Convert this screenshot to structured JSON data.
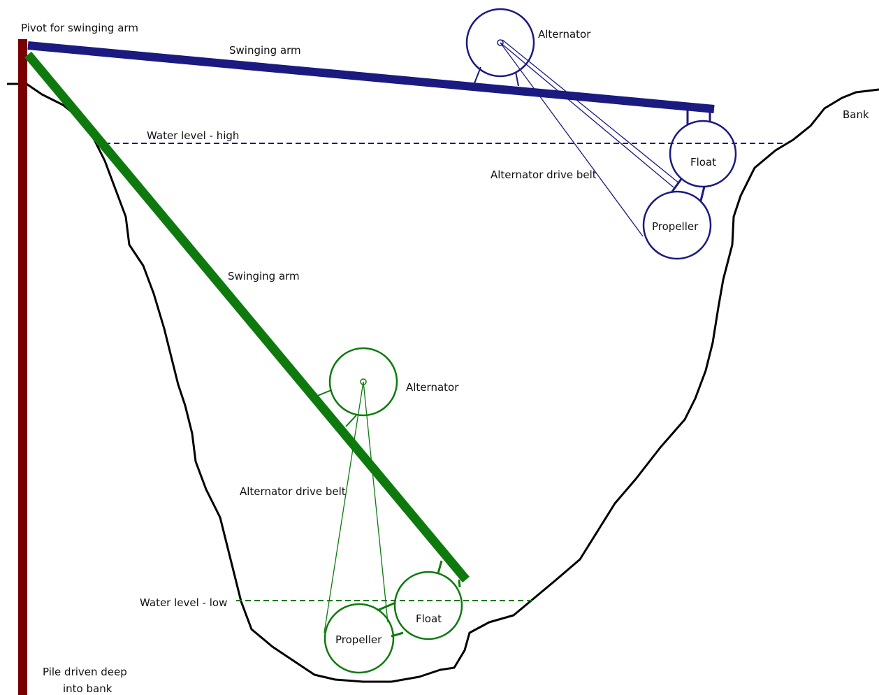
{
  "labels": {
    "pivot": "Pivot for swinging arm",
    "arm_high": "Swinging arm",
    "arm_low": "Swinging arm",
    "alternator_high": "Alternator",
    "alternator_low": "Alternator",
    "belt_high": "Alternator drive belt",
    "belt_low": "Alternator drive belt",
    "water_high": "Water level - high",
    "water_low": "Water level - low",
    "float_high": "Float",
    "float_low": "Float",
    "propeller_high": "Propeller",
    "propeller_low": "Propeller",
    "bank": "Bank",
    "pile_line1": "Pile driven deep",
    "pile_line2": "into bank"
  },
  "colors": {
    "high_position": "#1a1a80",
    "low_position": "#0e7a0e",
    "pile": "#7a0000",
    "bank_outline": "#000000",
    "background": "#ffffff"
  }
}
